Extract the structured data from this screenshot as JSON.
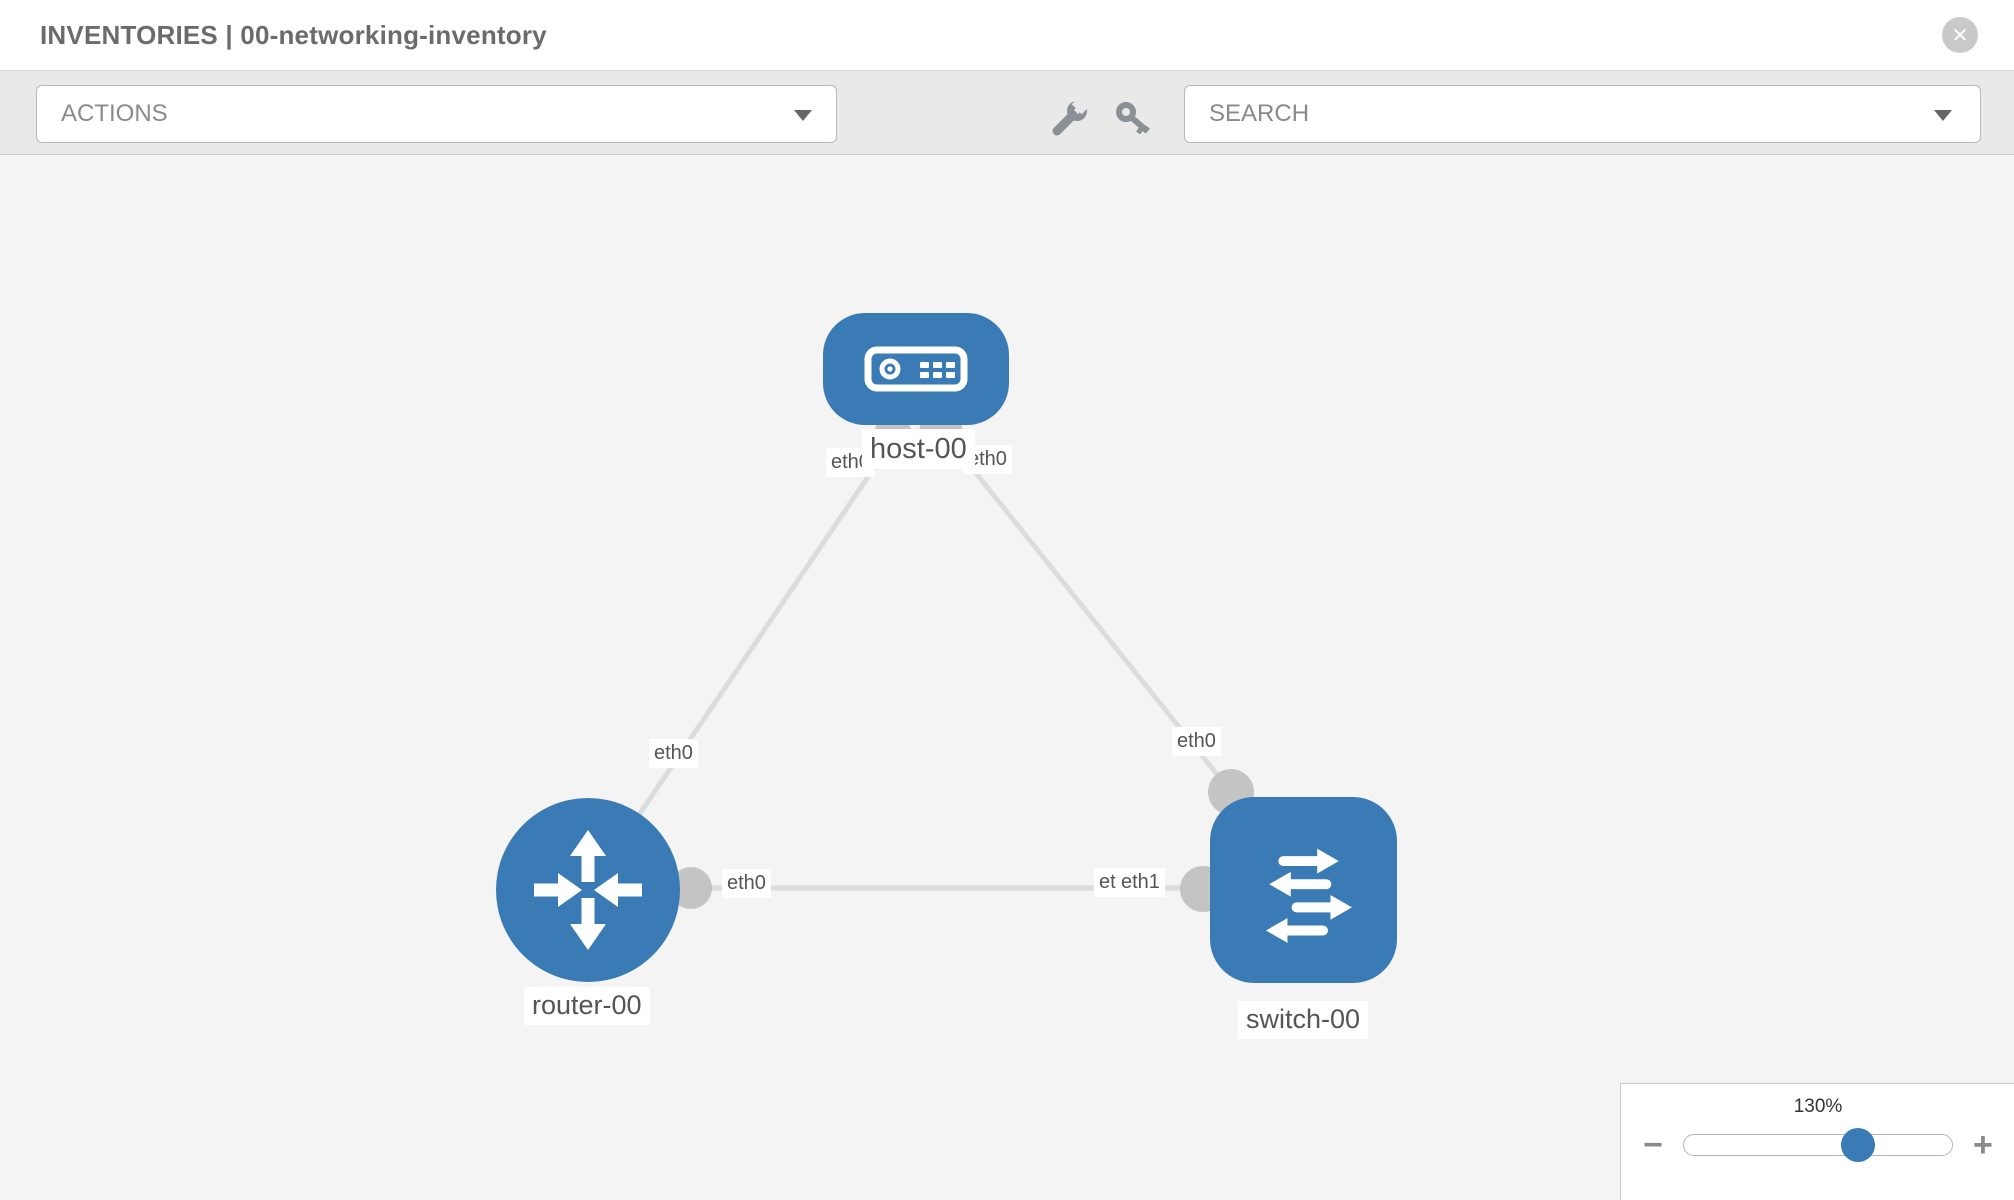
{
  "header": {
    "title": "INVENTORIES | 00-networking-inventory",
    "close_glyph": "✕"
  },
  "toolbar": {
    "actions_label": "ACTIONS",
    "search_label": "SEARCH",
    "icons": [
      "wrench-icon",
      "key-icon"
    ]
  },
  "topology": {
    "nodes": [
      {
        "id": "host-00",
        "label": "host-00",
        "type": "host"
      },
      {
        "id": "router-00",
        "label": "router-00",
        "type": "router"
      },
      {
        "id": "switch-00",
        "label": "switch-00",
        "type": "switch"
      }
    ],
    "links": [
      {
        "source": "host-00",
        "source_interface": "eth0",
        "target": "router-00",
        "target_interface": "eth0"
      },
      {
        "source": "host-00",
        "source_interface": "eth0",
        "target": "switch-00",
        "target_interface": "eth0"
      },
      {
        "source": "router-00",
        "source_interface": "eth0",
        "target": "switch-00",
        "target_interface": "eth1"
      }
    ],
    "overlap_labels": {
      "back": "eth0",
      "front": "eth1"
    }
  },
  "zoom_control": {
    "level": "130%",
    "minus_glyph": "−",
    "plus_glyph": "+"
  },
  "colors": {
    "node_blue": "#3a7bb5",
    "accent_blue": "#3a7bb5",
    "link_gray": "#dcdcdc",
    "dot_gray": "#c4c4c4",
    "toolbar_bg": "#e9e9e9",
    "canvas_bg": "#f4f4f4",
    "chip_text": "#555555",
    "title_text": "#6b6b6b",
    "icon_gray": "#8a9096"
  }
}
